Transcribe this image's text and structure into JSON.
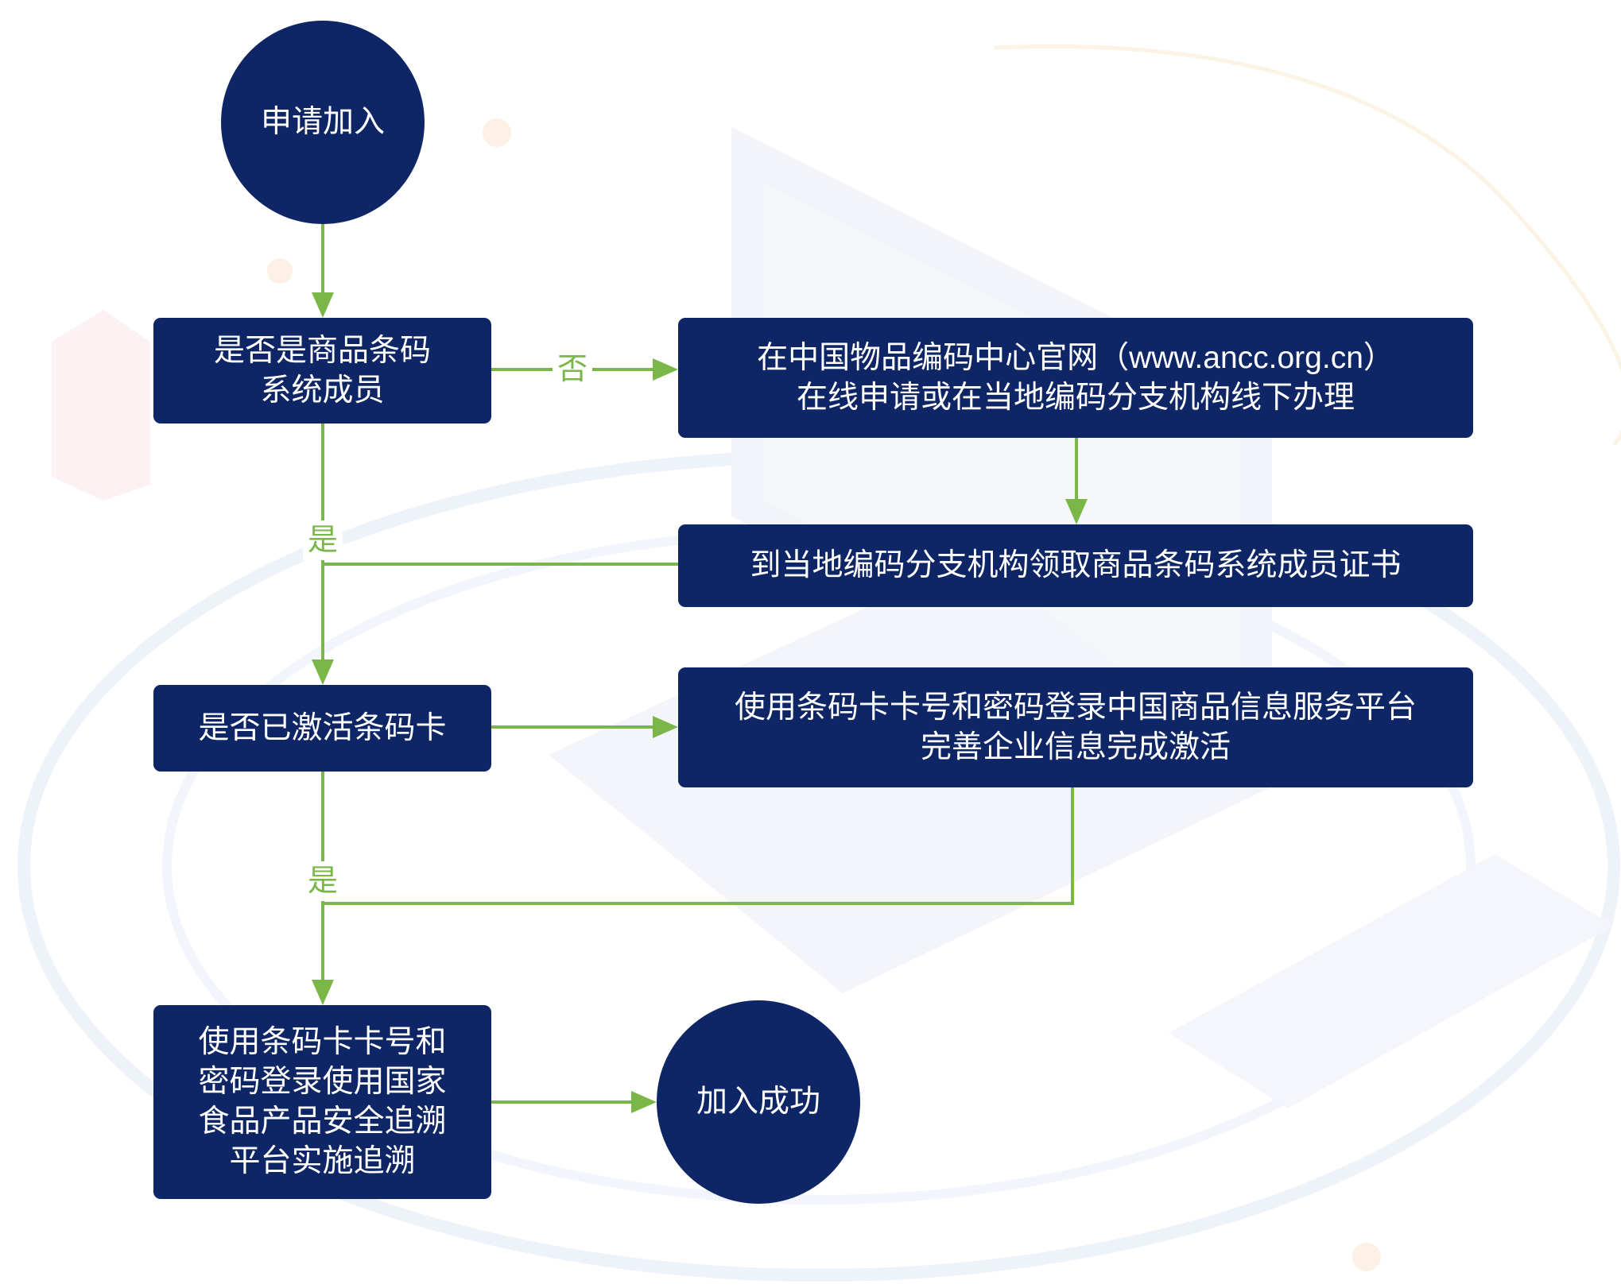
{
  "flowchart": {
    "nodes": {
      "start": {
        "label": "申请加入"
      },
      "check_member": {
        "lines": [
          "是否是商品条码",
          "系统成员"
        ]
      },
      "apply_online": {
        "lines": [
          "在中国物品编码中心官网（www.ancc.org.cn）",
          "在线申请或在当地编码分支机构线下办理"
        ]
      },
      "get_certificate": {
        "lines": [
          "到当地编码分支机构领取商品条码系统成员证书"
        ]
      },
      "check_activated": {
        "lines": [
          "是否已激活条码卡"
        ]
      },
      "activate_card": {
        "lines": [
          "使用条码卡卡号和密码登录中国商品信息服务平台",
          "完善企业信息完成激活"
        ]
      },
      "trace_platform": {
        "lines": [
          "使用条码卡卡号和",
          "密码登录使用国家",
          "食品产品安全追溯",
          "平台实施追溯"
        ]
      },
      "end": {
        "label": "加入成功"
      }
    },
    "edge_labels": {
      "not_member": "否",
      "is_member": "是",
      "is_activated": "是"
    }
  },
  "colors": {
    "node_fill": "#0e2566",
    "node_text": "#ffffff",
    "arrow": "#7ab648",
    "background": "#ffffff"
  }
}
